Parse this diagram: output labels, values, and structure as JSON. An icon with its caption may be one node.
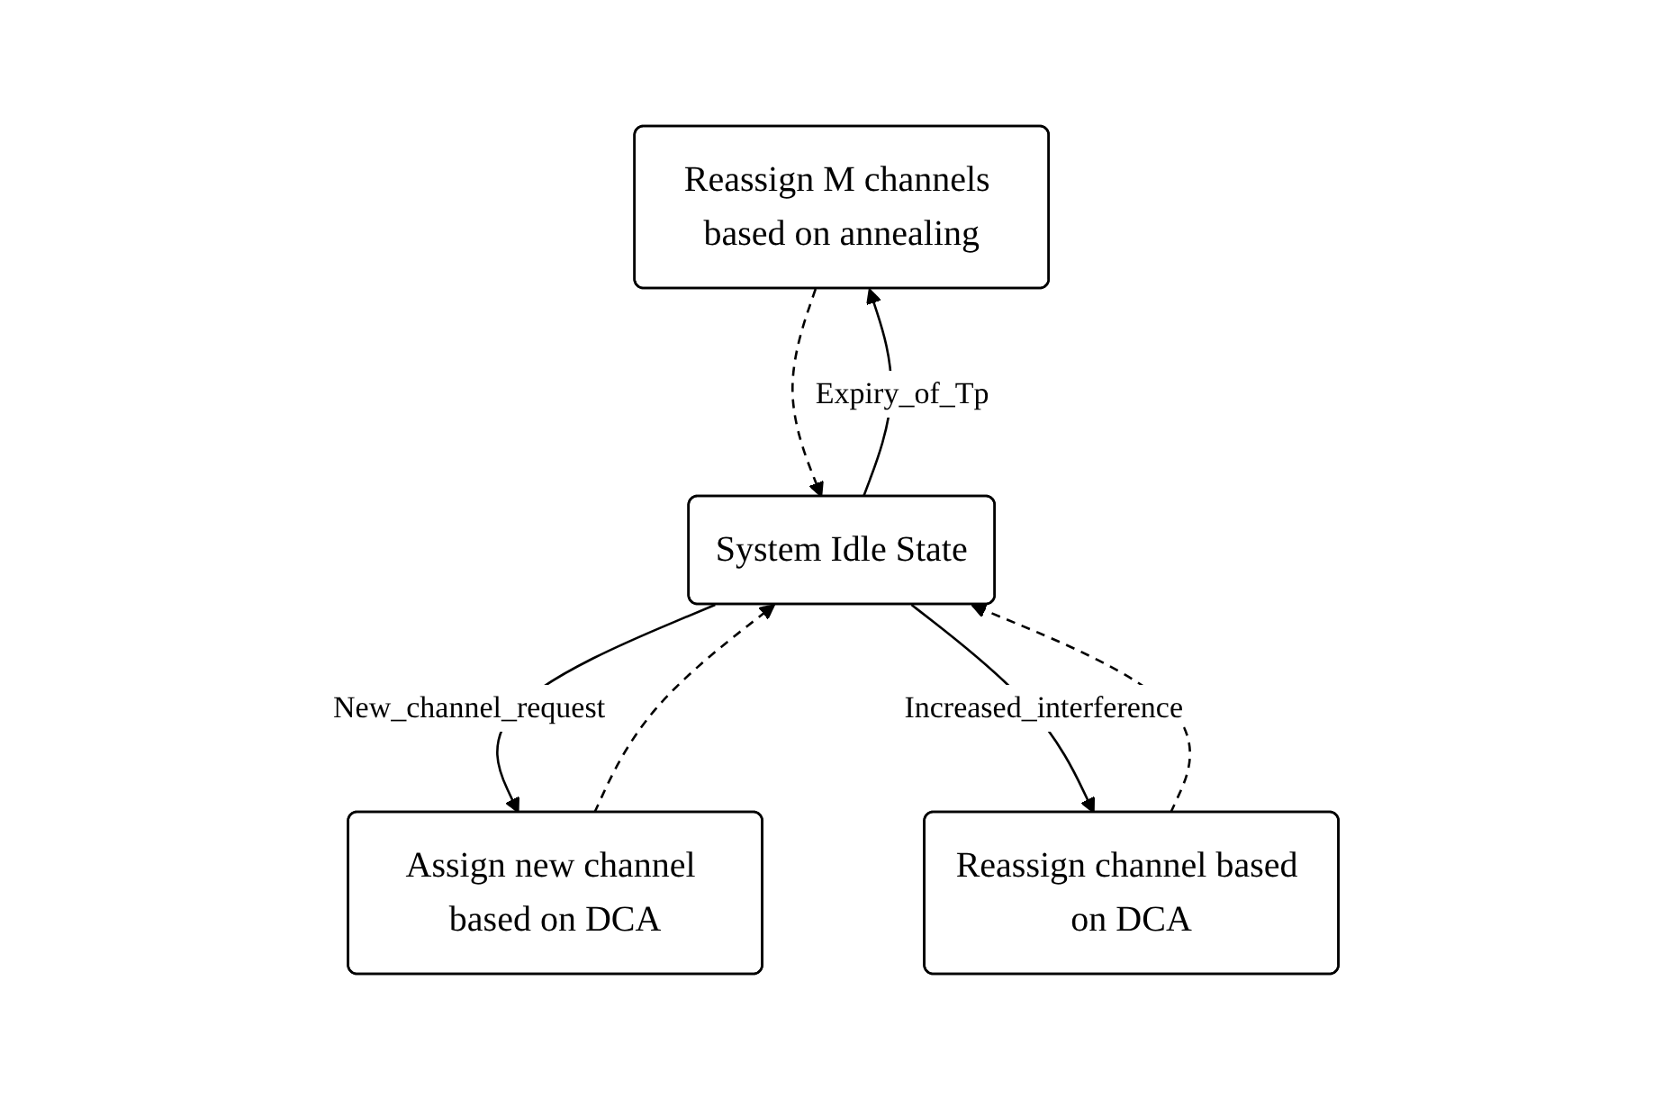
{
  "diagram": {
    "nodes": [
      {
        "text": [
          "Reassign M channels based on annealing"
        ]
      },
      {
        "text": [
          "System Idle State"
        ]
      },
      {
        "text": [
          "Assign new channel based on DCA"
        ]
      },
      {
        "text": [
          "Reassign channel based on DCA"
        ]
      }
    ],
    "edges": [
      {
        "from": 1,
        "to": 0,
        "arrow": "to",
        "label": "Expiry_of_Tp"
      },
      {
        "from": 0,
        "to": 1,
        "arrow": "to",
        "style": "dashed"
      },
      {
        "from": 1,
        "to": 2,
        "arrow": "to",
        "label": "New_channel_request"
      },
      {
        "from": 2,
        "to": 1,
        "arrow": "to",
        "style": "dashed"
      },
      {
        "from": 1,
        "to": 3,
        "arrow": "to",
        "label": "Increased_interference"
      },
      {
        "from": 3,
        "to": 1,
        "arrow": "to",
        "style": "dashed"
      }
    ]
  }
}
